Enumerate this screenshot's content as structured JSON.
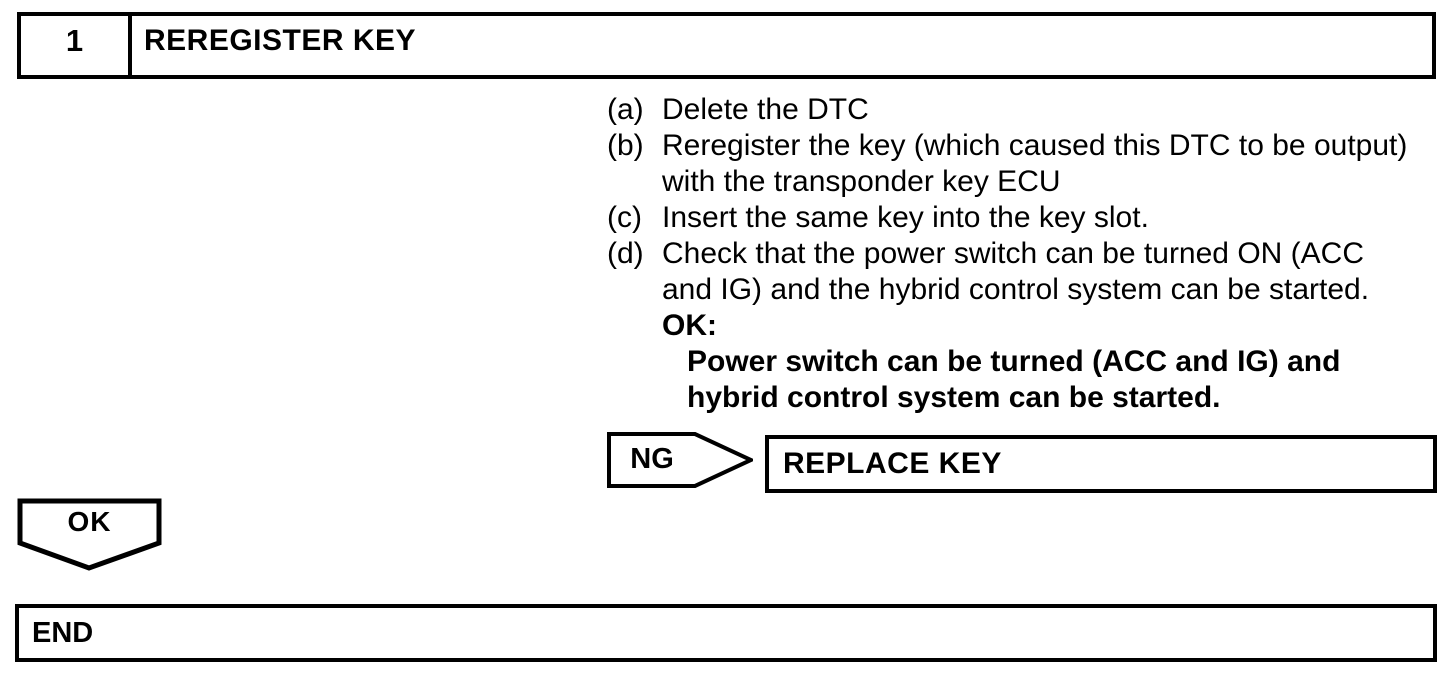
{
  "colors": {
    "ink": "#000000",
    "paper": "#ffffff"
  },
  "procedure": {
    "step_number": "1",
    "step_title": "REREGISTER KEY",
    "lines": [
      {
        "label": "(a)",
        "text": "Delete the DTC"
      },
      {
        "label": "(b)",
        "text": "Reregister the key (which caused this DTC to be output)"
      },
      {
        "label": "",
        "text": "with the transponder key ECU"
      },
      {
        "label": "(c)",
        "text": "Insert the same key into the key slot."
      },
      {
        "label": "(d)",
        "text": "Check that the power switch can be turned ON (ACC"
      },
      {
        "label": "",
        "text": "and IG) and the hybrid control system can be started."
      },
      {
        "label": "",
        "text": "OK:"
      },
      {
        "label": "",
        "text": "Power switch can be turned (ACC and IG) and"
      },
      {
        "label": "",
        "text": "hybrid control system can be started."
      }
    ]
  },
  "flow": {
    "ng_label": "NG",
    "ng_action": "REPLACE KEY",
    "ok_label": "OK",
    "end_label": "END"
  }
}
